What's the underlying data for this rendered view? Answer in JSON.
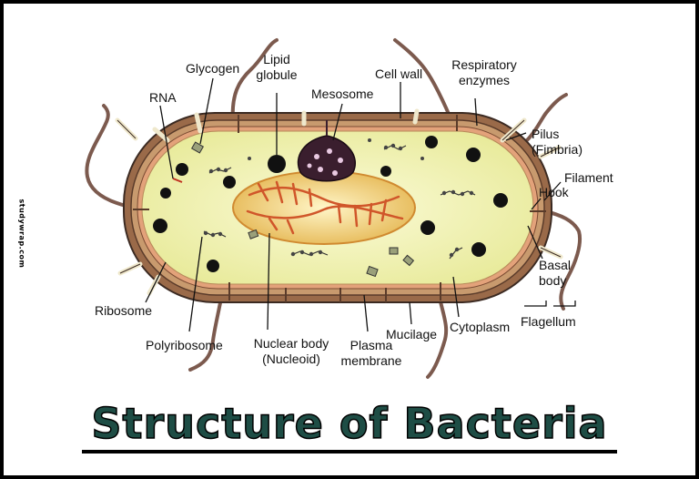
{
  "side_credit": "studywrap.com",
  "title": "Structure of Bacteria",
  "labels": {
    "glycogen": "Glycogen",
    "lipid_globule": "Lipid\nglobule",
    "mesosome": "Mesosome",
    "cell_wall": "Cell wall",
    "respiratory_enzymes": "Respiratory\nenzymes",
    "rna": "RNA",
    "pilus": "Pilus\n(Fimbria)",
    "filament": "Filament",
    "hook": "Hook",
    "basal_body": "Basal\nbody",
    "flagellum": "Flagellum",
    "ribosome": "Ribosome",
    "polyribosome": "Polyribosome",
    "nuclear_body": "Nuclear body\n(Nucleoid)",
    "plasma_membrane": "Plasma\nmembrane",
    "mucilage": "Mucilage",
    "cytoplasm": "Cytoplasm"
  },
  "colors": {
    "title_fill": "#1e4d45",
    "capsule": "#8b5a3c",
    "cytoplasm": "#f3f2b0",
    "nucleoid": "#e8c66a",
    "label_ribosome": "#8a2f1a"
  }
}
